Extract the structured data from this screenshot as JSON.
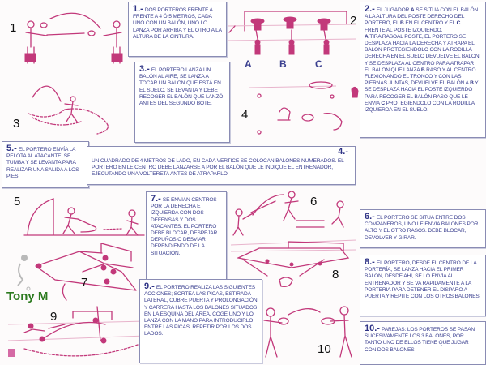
{
  "author": "Tony M",
  "colors": {
    "text": "#3a3f8f",
    "drawing": "#c2387a",
    "border": "#8a8cb4",
    "author": "#2c7a1f"
  },
  "diagram_labels": [
    "1",
    "2",
    "3",
    "4",
    "5",
    "6",
    "7",
    "8",
    "9",
    "10"
  ],
  "letters": [
    "A",
    "B",
    "C"
  ],
  "exercises": [
    {
      "num": "1.-",
      "text": "Dos porteros frente a frente a 4 ó 5 metros, cada uno con un balón, uno lo lanza por arriba y el otro a la altura de la cintura."
    },
    {
      "num": "2.-",
      "text_parts": [
        "el jugador ",
        "A",
        " se situa con el balón a la altura del poste derecho del portero, el ",
        "B",
        " en el centro y el ",
        "C",
        " frente al poste izquierdo. ",
        "A",
        " tira rasoal poste, el portero se desplaza hacia la derecha y atrapa el balon protegiendolo con la rodilla derecha en el suelo devuelve el balon y se desplaza al centro para atrapar el balón que lanza ",
        "B",
        " raso y al centro flexionando el tronco y con las piernas juntas, devuelve el balón a ",
        "B",
        " y se desplaza hacia el poste izquierdo para recoger el balón raso que le envia ",
        "C",
        " protegiendolo con la rodilla izquierda en el suelo."
      ]
    },
    {
      "num": "3.-",
      "text": "El portero lanza un balón al aire, se lanza a tocar un balon que está en el suelo, se levanta y debe recoger el balón que lanzó antes del segundo bote."
    },
    {
      "num": "4.-",
      "text": "Un cuadrado de 4 metros de lado, en cada vertice se colocan balones numerados. El portero en le centro debe lanzarse a por el balón que le indique el entrenador, ejecutando una voltereta antes de atraparlo."
    },
    {
      "num": "5.-",
      "text": "El portero envía la pelota al atacante, se tumba y se levanta para realizar una salida a los pies."
    },
    {
      "num": "6.-",
      "text": "El portero se situa entre dos compañeros, uno le envia balones por alto y el otro rasos. Debe blocar, devolver y girar."
    },
    {
      "num": "7.-",
      "text": "Se envian centros por la derecha e izquierda con dos defensas y dos atacantes. El portero debe blocar, despejar depuños o desviar dependiendo de la situación."
    },
    {
      "num": "8.-",
      "text": "El portero, desde el centro de la portería, se lanza hacia el primer balón, desde ahí, se lo envía al entrenador y se va rapidamente a la porteria para detener el disparo a puerta y repite con los otros balones."
    },
    {
      "num": "9.-",
      "text": "El portero realiza las siguientes acciones; sortea las picas, estirada lateral, cubre puerta y prolongación y carrera hasta los balones situados en la esquina del área, coge uno y lo lanza con la mano para introducirlo entre las picas. Repetir por los dos lados."
    },
    {
      "num": "10.-",
      "text": "Parejas: los porteros se pasan sucesivamente los 3 balones, por tanto uno de ellos tiene que jugar con dos balones"
    }
  ]
}
